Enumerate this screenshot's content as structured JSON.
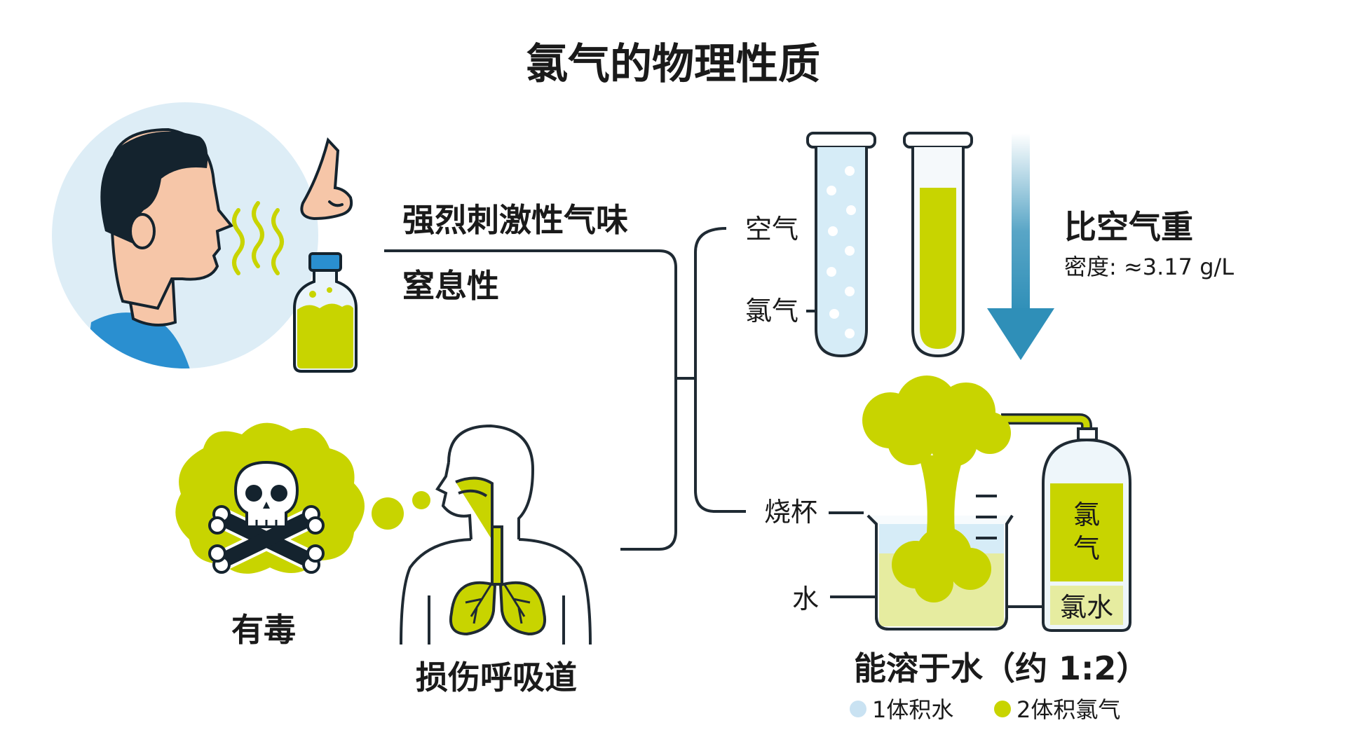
{
  "title": "氯气的物理性质",
  "properties": {
    "odor": "强烈刺激性气味",
    "suffocating": "窒息性",
    "toxic": "有毒",
    "respiratory": "损伤呼吸道"
  },
  "density": {
    "headline": "比空气重",
    "detail": "密度: ≈3.17 g/L",
    "tube_air_label": "空气",
    "tube_chlorine_label": "氯气"
  },
  "solubility": {
    "beaker_label": "烧杯",
    "water_label": "水",
    "cylinder_text": [
      "氯",
      "气"
    ],
    "chlorine_water_label": "氯水",
    "headline": "能溶于水（约 1:2）",
    "legend": [
      {
        "text": "1体积水",
        "color": "#c9e2f2"
      },
      {
        "text": "2体积氯气",
        "color": "#c8d400"
      }
    ]
  },
  "colors": {
    "chlorine": "#c8d400",
    "chlorine_light": "#e6eca0",
    "water": "#d6ecf7",
    "arrow": "#2f8fb8",
    "skin": "#f6c6a8",
    "hair": "#14232e",
    "shirt": "#2a8fd0",
    "line": "#1f2a33"
  }
}
